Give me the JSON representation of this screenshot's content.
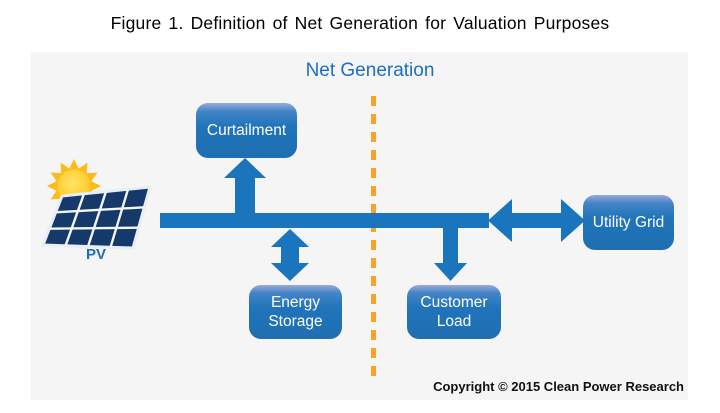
{
  "figure_title": "Figure 1. Definition of Net Generation for Valuation Purposes",
  "diagram": {
    "label": "Net Generation",
    "nodes": {
      "pv": "PV",
      "curtailment": "Curtailment",
      "energy_storage": "Energy Storage",
      "customer_load": "Customer Load",
      "utility_grid": "Utility Grid"
    },
    "edges": [
      {
        "from": "pv",
        "to": "curtailment",
        "direction": "one-way"
      },
      {
        "from": "pv",
        "to": "energy_storage",
        "direction": "two-way"
      },
      {
        "from": "pv",
        "to": "customer_load",
        "direction": "one-way"
      },
      {
        "from": "pv",
        "to": "utility_grid",
        "direction": "two-way"
      }
    ]
  },
  "footer": {
    "copyright": "Copyright © 2015 Clean Power Research"
  },
  "colors": {
    "arrow_blue": "#1b75bc",
    "node_blue": "#2174ba",
    "node_top_highlight": "#9aaad7",
    "label_blue": "#1c6fc2",
    "divider_orange": "#f8a22b",
    "canvas_background": "#f5f5f6",
    "sun_yellow": "#ffc61c",
    "solar_panel_navy": "#16396b"
  }
}
